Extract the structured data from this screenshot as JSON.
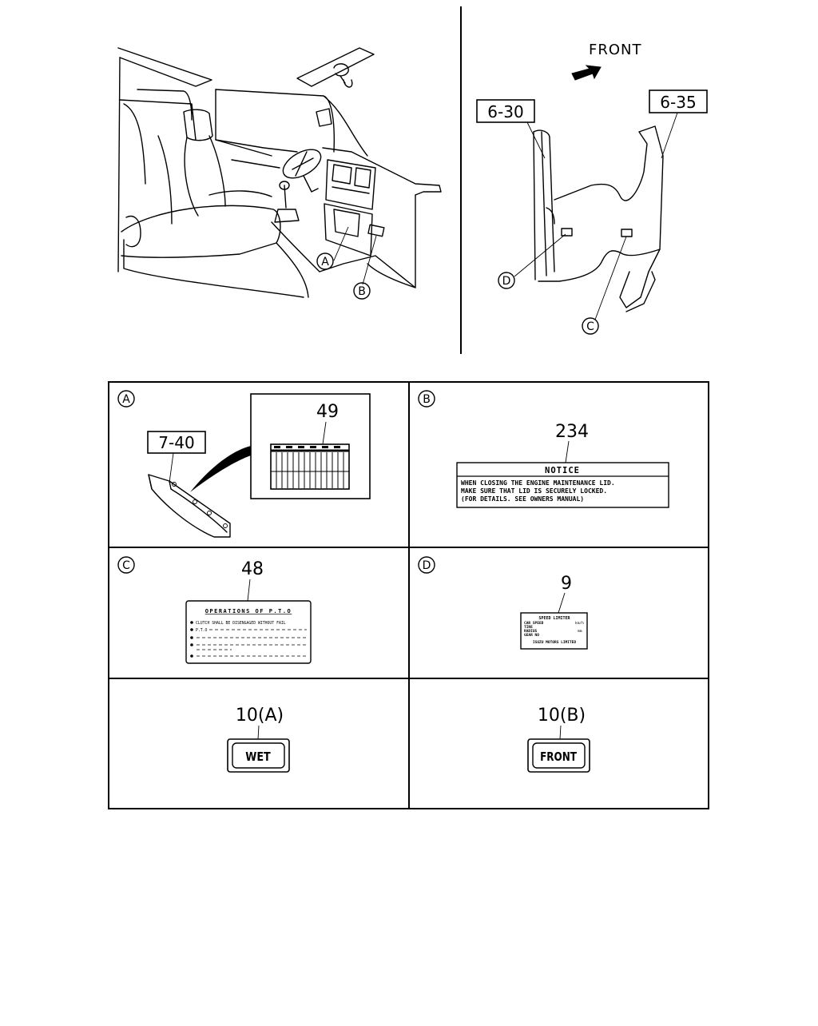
{
  "overview_left": {
    "callouts": [
      {
        "letter": "A"
      },
      {
        "letter": "B"
      }
    ]
  },
  "overview_right": {
    "direction_label": "FRONT",
    "refs": [
      {
        "label": "6-30"
      },
      {
        "label": "6-35"
      }
    ],
    "callouts": [
      {
        "letter": "D"
      },
      {
        "letter": "C"
      }
    ]
  },
  "panels": {
    "A": {
      "letter": "A",
      "ref_box": "7-40",
      "part_number": "49"
    },
    "B": {
      "letter": "B",
      "part_number": "234",
      "label_title": "NOTICE",
      "label_lines": [
        "WHEN CLOSING THE ENGINE MAINTENANCE LID.",
        "MAKE SURE THAT LID IS SECURELY LOCKED.",
        "(FOR DETAILS. SEE OWNERS MANUAL)"
      ]
    },
    "C": {
      "letter": "C",
      "part_number": "48",
      "label_title": "OPERATIONS OF P.T.O",
      "label_lines": [
        "CLUTCH SHALL BE DISENGAGED WITHOUT FAIL",
        "P.T.O"
      ]
    },
    "D": {
      "letter": "D",
      "part_number": "9",
      "label_title": "SPEED LIMITER",
      "label_lines": [
        "CAR SPEED",
        "TIRE",
        "RADIUS",
        "GEAR NO"
      ],
      "label_units": [
        "km/h",
        "mm"
      ],
      "label_footer": "ISUZU MOTORS LIMITED"
    },
    "E": {
      "part_number": "10(A)",
      "button_label": "WET"
    },
    "F": {
      "part_number": "10(B)",
      "button_label": "FRONT"
    }
  }
}
